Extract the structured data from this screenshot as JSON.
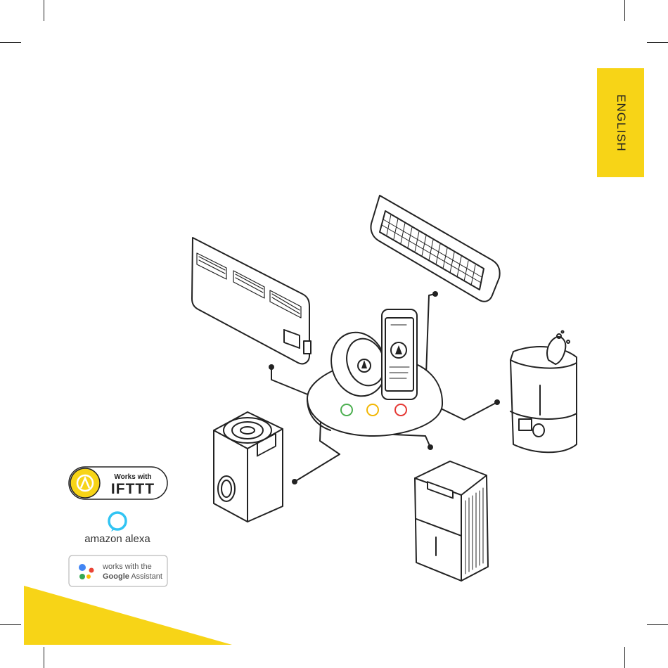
{
  "language_tab": {
    "label": "ENGLISH",
    "color": "#f7d417"
  },
  "hub": {
    "indicator_colors": [
      "#4caf50",
      "#f2b705",
      "#e53935"
    ]
  },
  "phone_screen": {
    "icon": "triangle-logo-icon"
  },
  "devices": [
    {
      "name": "panel-heater",
      "icon": "panel-heater-icon"
    },
    {
      "name": "air-conditioner",
      "icon": "air-conditioner-icon"
    },
    {
      "name": "humidifier",
      "icon": "humidifier-icon"
    },
    {
      "name": "dehumidifier",
      "icon": "dehumidifier-icon"
    },
    {
      "name": "air-purifier",
      "icon": "air-purifier-icon"
    }
  ],
  "badges": {
    "ifttt": {
      "line1": "Works with",
      "line2": "IFTTT"
    },
    "alexa": {
      "label": "amazon alexa"
    },
    "google": {
      "line1": "works with the",
      "line2_bold": "Google",
      "line2_rest": " Assistant"
    }
  },
  "accent_color": "#f7d417"
}
